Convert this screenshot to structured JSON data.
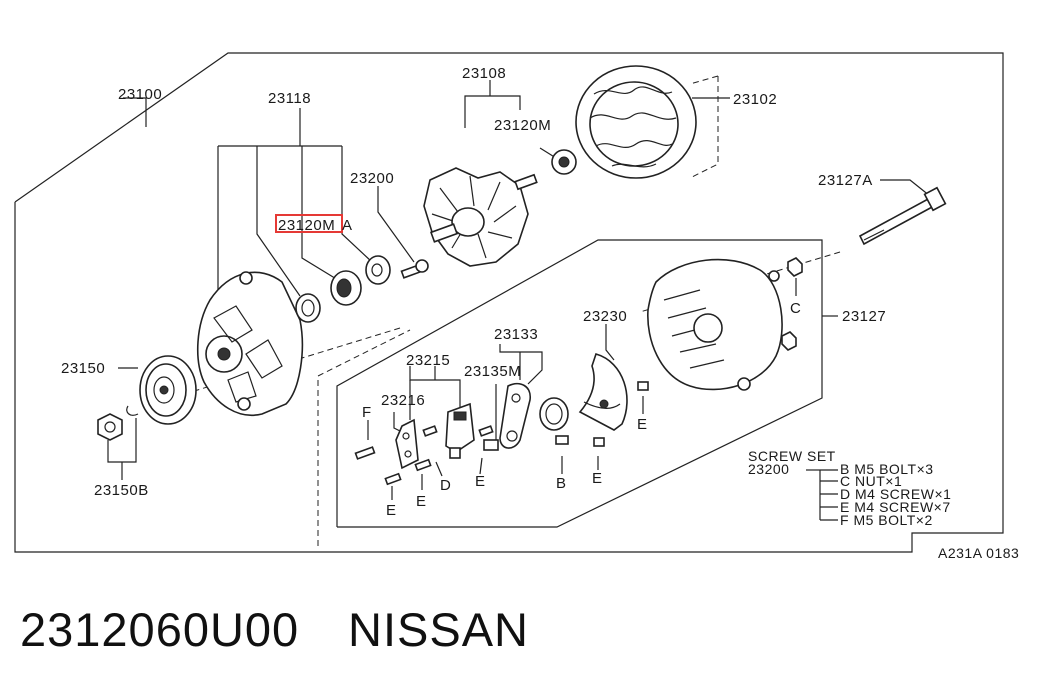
{
  "part_number": "2312060U00",
  "brand": "NISSAN",
  "diagram_code": "A231A 0183",
  "highlight_color": "#e53935",
  "labels": {
    "l23100": "23100",
    "l23118": "23118",
    "l23108": "23108",
    "l23102": "23102",
    "l23120m": "23120M",
    "l23200": "23200",
    "l23120ma_hl": "23120M",
    "l23120ma_suffix": "A",
    "l23127a": "23127A",
    "l23127": "23127",
    "l23150": "23150",
    "l23150b": "23150B",
    "l23230": "23230",
    "l23133": "23133",
    "l23215": "23215",
    "l23135m": "23135M",
    "l23216": "23216",
    "c1": "C",
    "f1": "F",
    "d1": "D",
    "e1": "E",
    "e2": "E",
    "e3": "E",
    "e4": "E",
    "e5": "E",
    "b1": "B"
  },
  "screw_set": {
    "title": "SCREW SET",
    "code": "23200",
    "items": [
      "B M5 BOLT×3",
      "C NUT×1",
      "D M4 SCREW×1",
      "E M4 SCREW×7",
      "F M5 BOLT×2"
    ]
  }
}
